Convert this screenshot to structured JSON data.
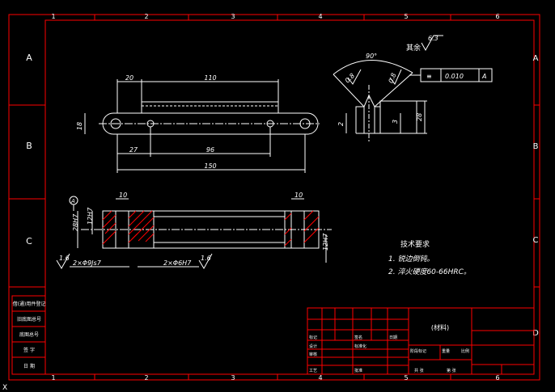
{
  "colors": {
    "background": "#000000",
    "frame": "#ff0000",
    "drawing": "#ffffff",
    "hatch": "#ff0000",
    "dim": "#ffffff"
  },
  "ui": {
    "axis_marker_label": "X"
  },
  "frame": {
    "top_numbers": [
      "1",
      "2",
      "3",
      "4",
      "5",
      "6"
    ],
    "bottom_numbers": [
      "1",
      "2",
      "3",
      "4",
      "5",
      "6"
    ],
    "left_letters": [
      "A",
      "B",
      "C"
    ],
    "right_letters": [
      "A",
      "B",
      "C",
      "D"
    ]
  },
  "left_panel": {
    "rows": [
      "借(通)用件登记",
      "旧底图总号",
      "底图总号",
      "签 字",
      "日 期"
    ]
  },
  "top_view": {
    "dims": {
      "d20": "20",
      "d110": "110",
      "d18": "18",
      "d27": "27",
      "d96": "96",
      "d150": "150"
    }
  },
  "side_view": {
    "angle": "90°",
    "roughness_rest_label": "其余",
    "roughness_rest_value": "6.3",
    "roughness_a": "0.8",
    "roughness_b": "0.8",
    "tolerance_symbol": "≡",
    "tolerance_value": "0.010",
    "datum": "A",
    "dim_2": "2",
    "dim_3": "3",
    "dim_28": "28"
  },
  "section_view": {
    "datum": "A",
    "dim_12h7_a": "12H7",
    "dim_28h7": "28H7",
    "dim_10_left": "10",
    "dim_10_right": "10",
    "dim_12h7_b": "12H7",
    "roughness_1": "1.6",
    "roughness_2": "1.6",
    "hole_1": "2×Φ9Js7",
    "hole_2": "2×Φ6H7"
  },
  "notes": {
    "title": "技术要求",
    "items": [
      "1. 锐边倒钝。",
      "2. 淬火硬度60-66HRC。"
    ]
  },
  "title_block": {
    "material_placeholder": "(材料)",
    "labels": {
      "mark_count": "标记",
      "signature": "签名",
      "date": "日期",
      "design": "设计",
      "check": "审核",
      "process": "工艺",
      "standardize": "标准化",
      "approve": "批准",
      "stage_mark": "阶段标记",
      "weight": "重量",
      "scale": "比例",
      "sheet_total": "共 张",
      "sheet_no": "第 张"
    }
  }
}
